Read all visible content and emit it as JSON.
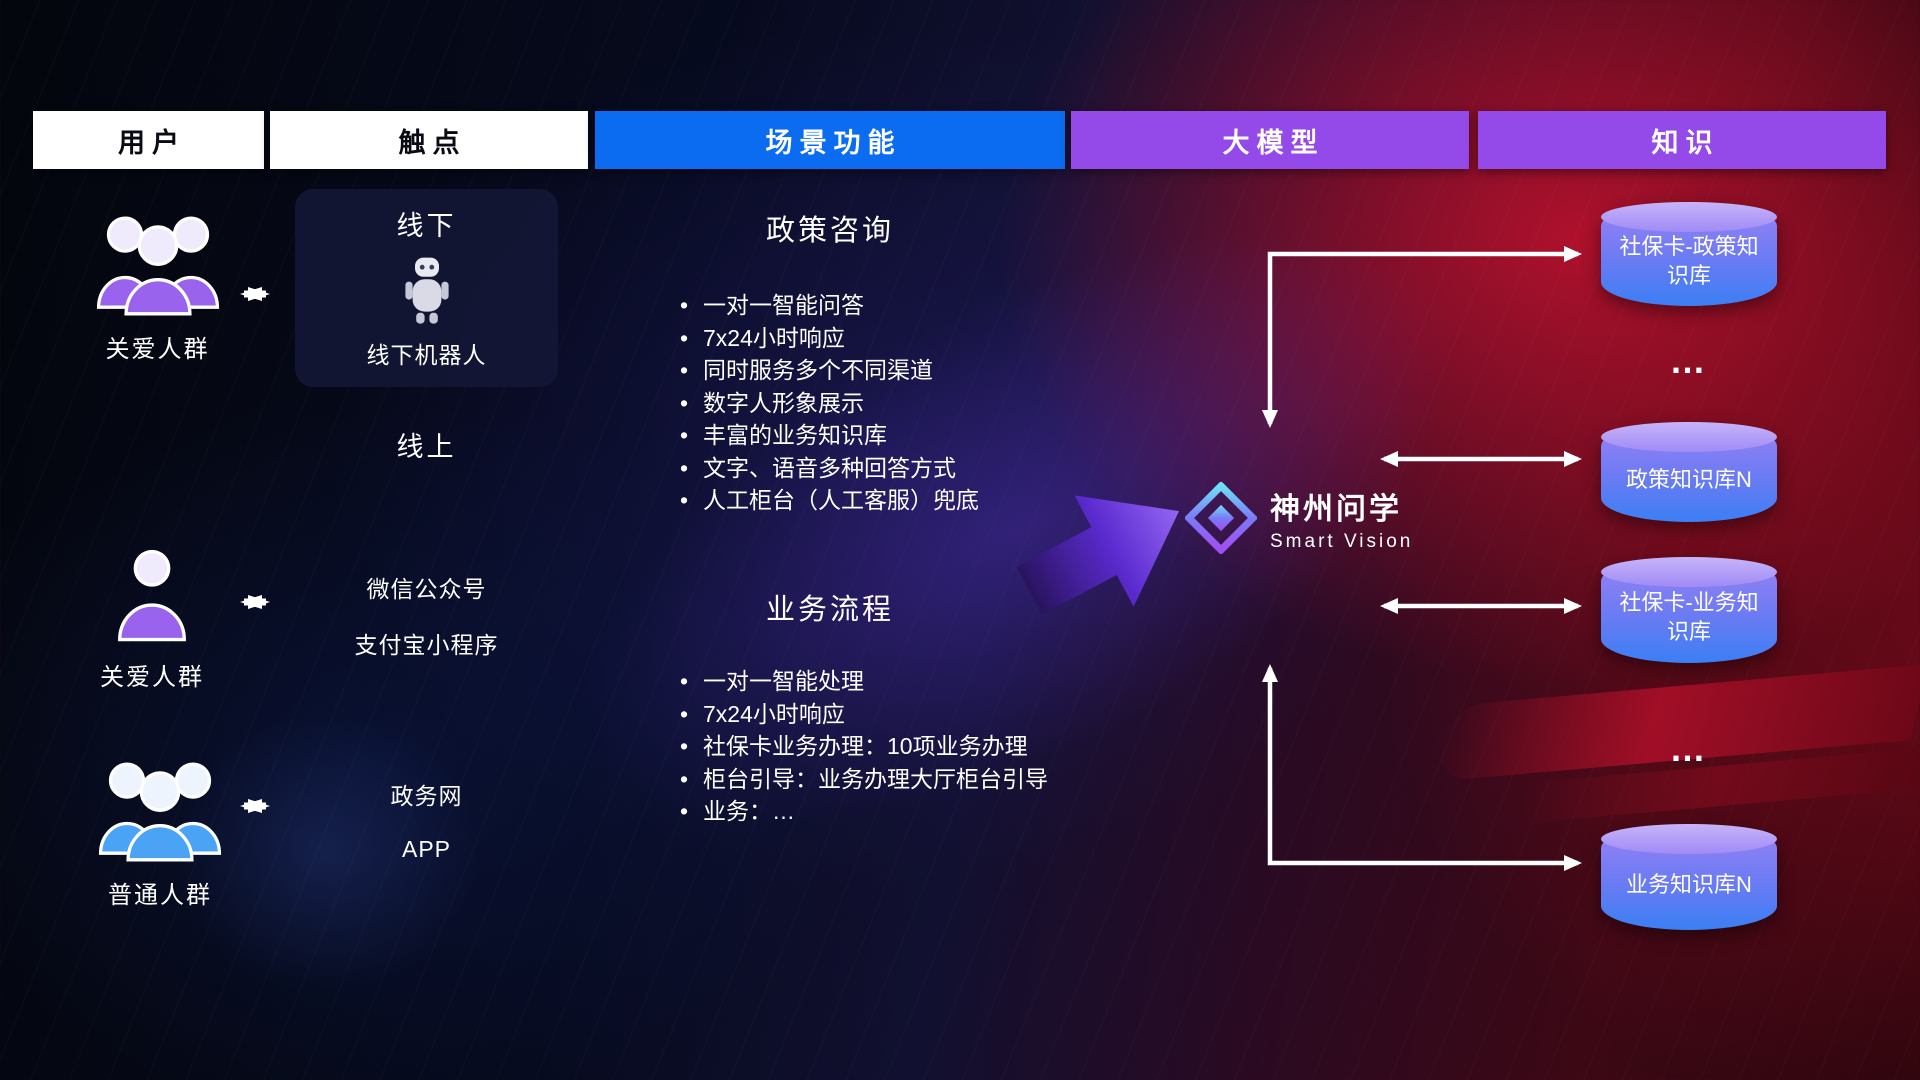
{
  "headers": [
    {
      "label": "用户"
    },
    {
      "label": "触点"
    },
    {
      "label": "场景功能"
    },
    {
      "label": "大模型"
    },
    {
      "label": "知识"
    }
  ],
  "users": [
    {
      "label": "关爱人群"
    },
    {
      "label": "关爱人群"
    },
    {
      "label": "普通人群"
    }
  ],
  "touchpoints": {
    "offline_title": "线下",
    "offline_robot_label": "线下机器人",
    "online_title": "线上",
    "channels": [
      "微信公众号",
      "支付宝小程序",
      "政务网",
      "APP"
    ]
  },
  "scenes": [
    {
      "title": "政策咨询",
      "items": [
        "一对一智能问答",
        "7x24小时响应",
        "同时服务多个不同渠道",
        "数字人形象展示",
        "丰富的业务知识库",
        "文字、语音多种回答方式",
        "人工柜台（人工客服）兜底"
      ]
    },
    {
      "title": "业务流程",
      "items": [
        "一对一智能处理",
        "7x24小时响应",
        "社保卡业务办理：10项业务办理",
        "柜台引导：业务办理大厅柜台引导",
        "业务：…"
      ]
    }
  ],
  "model": {
    "name": "神州问学",
    "subtitle": "Smart Vision"
  },
  "knowledge": {
    "items": [
      {
        "type": "db",
        "label": "社保卡-政策知识库"
      },
      {
        "type": "dots",
        "label": "…"
      },
      {
        "type": "db",
        "label": "政策知识库N"
      },
      {
        "type": "db",
        "label": "社保卡-业务知识库"
      },
      {
        "type": "dots",
        "label": "…"
      },
      {
        "type": "db",
        "label": "业务知识库N"
      }
    ]
  },
  "colors": {
    "header_blue": "#0b6cf2",
    "header_purple": "#9449e9",
    "accent_purple": "#7c3aed",
    "people_purple": "#9a63ee",
    "people_blue": "#4aa3f5",
    "cylinder_top": "#c7b4fa",
    "cylinder_bottom": "#3b7ff4",
    "background_red": "#c41230",
    "background_blue": "#0a0f2e"
  }
}
